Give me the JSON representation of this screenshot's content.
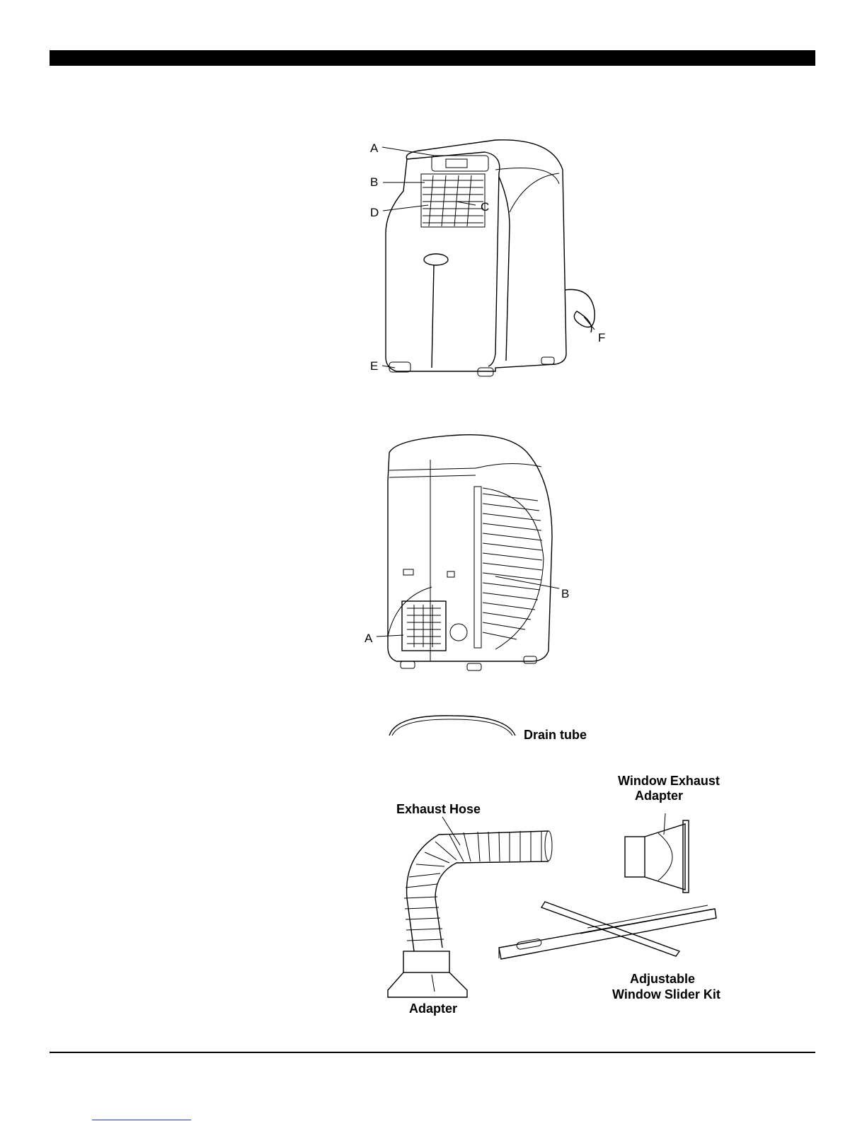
{
  "front_view": {
    "labels": {
      "a": "A",
      "b": "B",
      "c": "C",
      "d": "D",
      "e": "E",
      "f": "F"
    }
  },
  "rear_view": {
    "labels": {
      "a": "A",
      "b": "B"
    }
  },
  "accessories": {
    "drain_tube": "Drain tube",
    "exhaust_hose": "Exhaust Hose",
    "window_exhaust_adapter_line1": "Window  Exhaust",
    "window_exhaust_adapter_line2": "Adapter",
    "adapter": "Adapter",
    "slider_kit_line1": "Adjustable",
    "slider_kit_line2": "Window Slider Kit"
  }
}
